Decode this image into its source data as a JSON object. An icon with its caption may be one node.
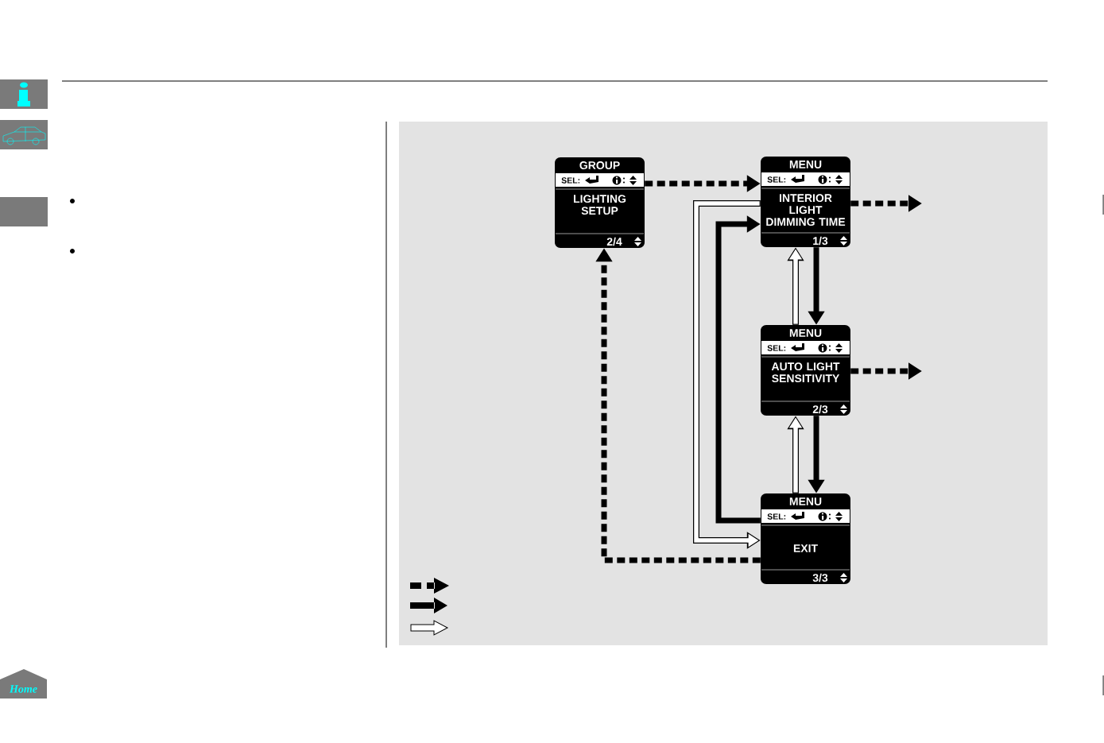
{
  "diagram": {
    "nodes": [
      {
        "text": [
          "GROUP",
          "SEL:",
          "LIGHTING SETUP",
          "2/4"
        ]
      },
      {
        "text": [
          "MENU",
          "SEL:",
          "INTERIOR LIGHT DIMMING TIME",
          "1/3"
        ]
      },
      {
        "text": [
          "MENU",
          "SEL:",
          "AUTO LIGHT SENSITIVITY",
          "2/3"
        ]
      },
      {
        "text": [
          "MENU",
          "SEL:",
          "EXIT",
          "3/3"
        ]
      },
      {
        "text": [
          "Home"
        ]
      }
    ],
    "edges": [
      {
        "from": 0,
        "to": 1,
        "arrow": "to",
        "style": "dashed"
      },
      {
        "from": 1,
        "to": null,
        "arrow": "to",
        "style": "dashed"
      },
      {
        "from": 2,
        "to": null,
        "arrow": "to",
        "style": "dashed"
      },
      {
        "from": 1,
        "to": 2,
        "arrow": "to"
      },
      {
        "from": 2,
        "to": 1,
        "arrow": "to",
        "color": "#ffffff"
      },
      {
        "from": 2,
        "to": 3,
        "arrow": "to"
      },
      {
        "from": 3,
        "to": 2,
        "arrow": "to",
        "color": "#ffffff"
      },
      {
        "from": 3,
        "to": 1,
        "arrow": "to"
      },
      {
        "from": 1,
        "to": 3,
        "arrow": "to",
        "color": "#ffffff"
      },
      {
        "from": 3,
        "to": 0,
        "arrow": "to",
        "style": "dashed"
      }
    ]
  }
}
